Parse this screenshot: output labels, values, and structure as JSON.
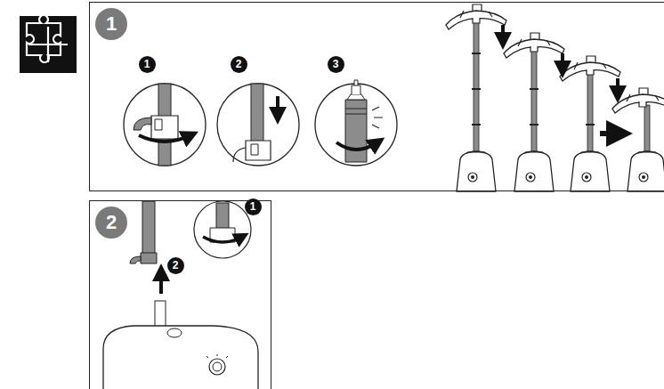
{
  "diagram": {
    "nodes": [
      {
        "text": [
          "1"
        ]
      },
      {
        "text": [
          "2"
        ]
      }
    ],
    "labels": [
      "1",
      "2",
      "3",
      "1",
      "2"
    ]
  }
}
